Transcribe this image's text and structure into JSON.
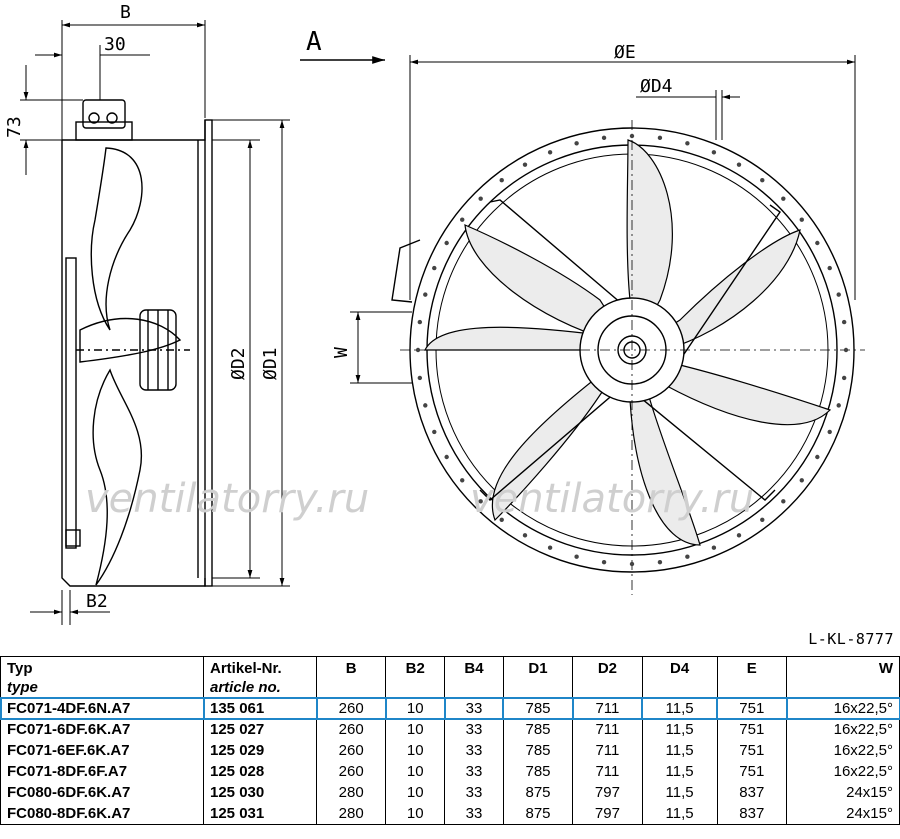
{
  "drawing": {
    "side_labels": {
      "b": "B",
      "b30": "30",
      "h73": "73",
      "d2": "ØD2",
      "d1": "ØD1",
      "b2": "B2"
    },
    "front_labels": {
      "a": "A",
      "e": "ØE",
      "d4": "ØD4",
      "w": "W"
    },
    "watermark": "ventilatorry.ru",
    "drawing_ref": "L-KL-8777"
  },
  "table": {
    "headers": [
      {
        "de": "Typ",
        "en": "type"
      },
      {
        "de": "Artikel-Nr.",
        "en": "article no."
      },
      {
        "de": "B",
        "en": ""
      },
      {
        "de": "B2",
        "en": ""
      },
      {
        "de": "B4",
        "en": ""
      },
      {
        "de": "D1",
        "en": ""
      },
      {
        "de": "D2",
        "en": ""
      },
      {
        "de": "D4",
        "en": ""
      },
      {
        "de": "E",
        "en": ""
      },
      {
        "de": "W",
        "en": ""
      }
    ],
    "rows": [
      {
        "type": "FC071-4DF.6N.A7",
        "article": "135 061",
        "b": "260",
        "b2": "10",
        "b4": "33",
        "d1": "785",
        "d2": "711",
        "d4": "11,5",
        "e": "751",
        "w": "16x22,5°"
      },
      {
        "type": "FC071-6DF.6K.A7",
        "article": "125 027",
        "b": "260",
        "b2": "10",
        "b4": "33",
        "d1": "785",
        "d2": "711",
        "d4": "11,5",
        "e": "751",
        "w": "16x22,5°"
      },
      {
        "type": "FC071-6EF.6K.A7",
        "article": "125 029",
        "b": "260",
        "b2": "10",
        "b4": "33",
        "d1": "785",
        "d2": "711",
        "d4": "11,5",
        "e": "751",
        "w": "16x22,5°"
      },
      {
        "type": "FC071-8DF.6F.A7",
        "article": "125 028",
        "b": "260",
        "b2": "10",
        "b4": "33",
        "d1": "785",
        "d2": "711",
        "d4": "11,5",
        "e": "751",
        "w": "16x22,5°"
      },
      {
        "type": "FC080-6DF.6K.A7",
        "article": "125 030",
        "b": "280",
        "b2": "10",
        "b4": "33",
        "d1": "875",
        "d2": "797",
        "d4": "11,5",
        "e": "837",
        "w": "24x15°"
      },
      {
        "type": "FC080-8DF.6K.A7",
        "article": "125 031",
        "b": "280",
        "b2": "10",
        "b4": "33",
        "d1": "875",
        "d2": "797",
        "d4": "11,5",
        "e": "837",
        "w": "24x15°"
      }
    ],
    "highlight_color": "#1f86c8"
  }
}
